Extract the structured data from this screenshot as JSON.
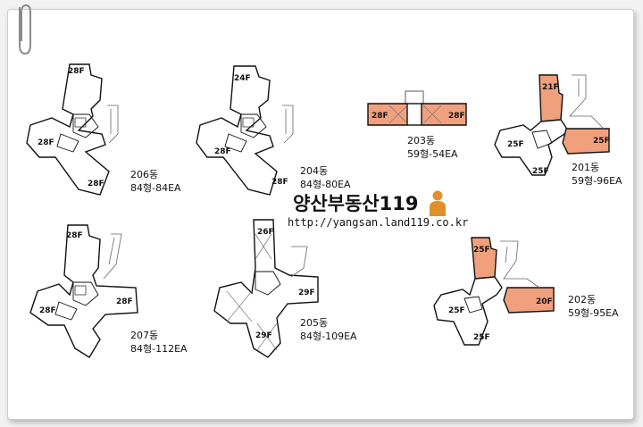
{
  "brand": {
    "name": "양산부동산119",
    "url": "http://yangsan.land119.co.kr"
  },
  "icons": {
    "paperclip": "paperclip-icon",
    "avatar": "person-icon"
  },
  "colors": {
    "highlight": "#f0a07c",
    "outline": "#111111",
    "background": "#ffffff"
  },
  "buildings": [
    {
      "id": "206",
      "name": "206동",
      "spec": "84형-84EA",
      "floors": [
        "28F",
        "28F",
        "28F"
      ]
    },
    {
      "id": "204",
      "name": "204동",
      "spec": "84형-80EA",
      "floors": [
        "24F",
        "28F",
        "28F"
      ]
    },
    {
      "id": "203",
      "name": "203동",
      "spec": "59형-54EA",
      "floors": [
        "28F",
        "28F"
      ]
    },
    {
      "id": "201",
      "name": "201동",
      "spec": "59형-96EA",
      "floors": [
        "21F",
        "25F",
        "25F",
        "25F"
      ]
    },
    {
      "id": "207",
      "name": "207동",
      "spec": "84형-112EA",
      "floors": [
        "28F",
        "28F",
        "28F"
      ]
    },
    {
      "id": "205",
      "name": "205동",
      "spec": "84형-109EA",
      "floors": [
        "26F",
        "29F",
        "29F"
      ]
    },
    {
      "id": "202",
      "name": "202동",
      "spec": "59형-95EA",
      "floors": [
        "25F",
        "20F",
        "25F",
        "25F"
      ]
    }
  ]
}
